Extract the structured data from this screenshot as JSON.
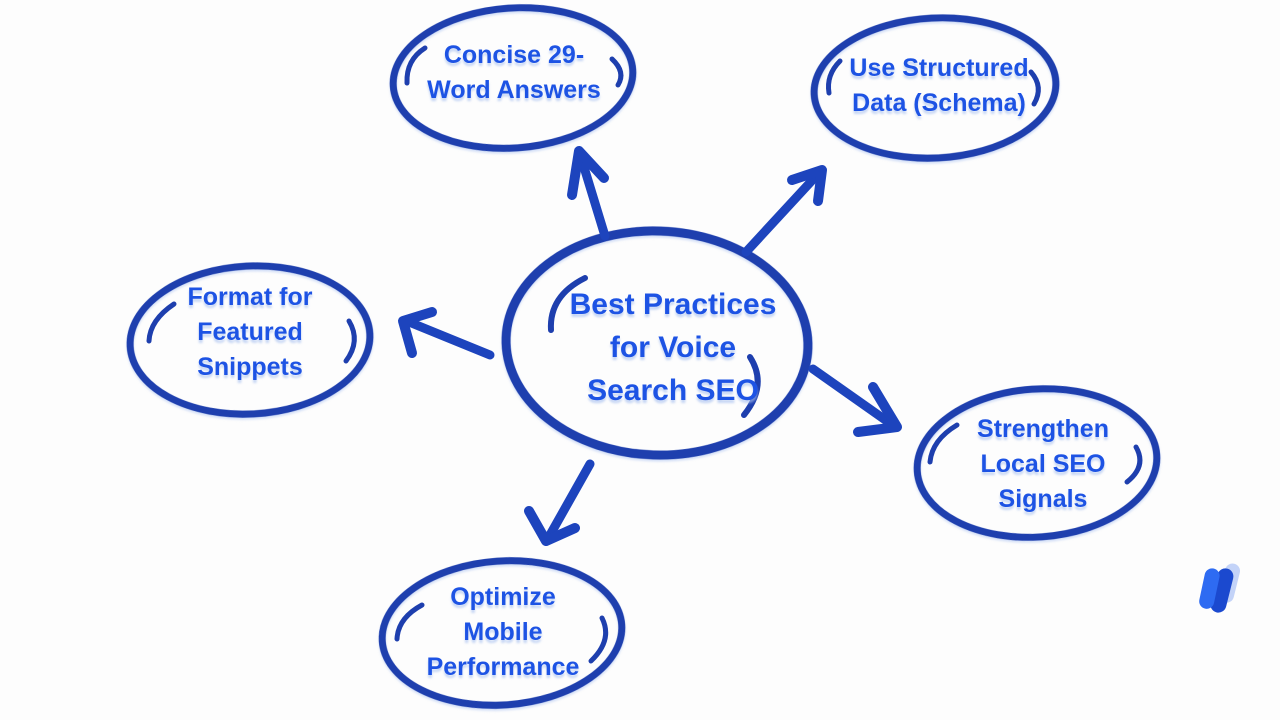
{
  "colors": {
    "background": "#fdfdfd",
    "outline": "#1e3fae",
    "label": "#1d53e4",
    "arrow": "#1d44bd",
    "logo_front": "#2e6bf2",
    "logo_mid": "#1b49cf",
    "logo_back": "#c3d3f8"
  },
  "mindmap": {
    "center": {
      "label": "Best Practices for Voice Search SEO",
      "lines": [
        "Best Practices",
        "for Voice",
        "Search SEO"
      ]
    },
    "branches": [
      {
        "id": "concise-word-answers",
        "label": "Concise 29-Word Answers",
        "lines": [
          "Concise 29-",
          "Word Answers"
        ]
      },
      {
        "id": "structured-data",
        "label": "Use Structured Data (Schema)",
        "lines": [
          "Use Structured",
          "Data (Schema)"
        ]
      },
      {
        "id": "featured-snippets",
        "label": "Format for Featured Snippets",
        "lines": [
          "Format for",
          "Featured",
          "Snippets"
        ]
      },
      {
        "id": "local-seo-signals",
        "label": "Strengthen Local SEO Signals",
        "lines": [
          "Strengthen",
          "Local SEO",
          "Signals"
        ]
      },
      {
        "id": "mobile-performance",
        "label": "Optimize Mobile Performance",
        "lines": [
          "Optimize",
          "Mobile",
          "Performance"
        ]
      }
    ]
  },
  "watermark": {
    "icon": "w-logo"
  }
}
